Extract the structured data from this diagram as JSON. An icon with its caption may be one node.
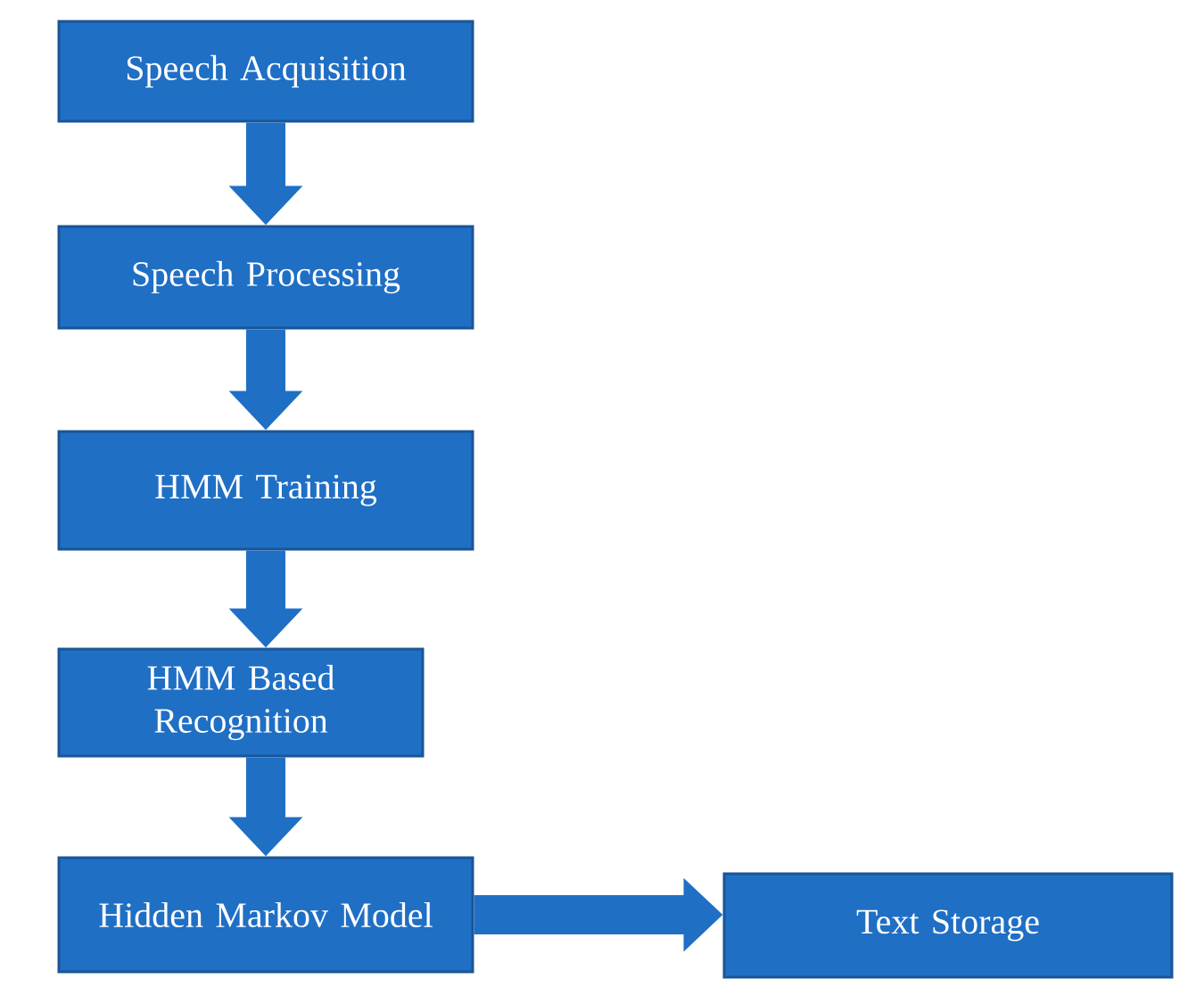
{
  "diagram": {
    "nodes": [
      {
        "text": [
          "Speech Acquisition"
        ]
      },
      {
        "text": [
          "Speech Processing"
        ]
      },
      {
        "text": [
          "HMM Training"
        ]
      },
      {
        "text": [
          "HMM Based Recognition"
        ]
      },
      {
        "text": [
          "Hidden Markov Model"
        ]
      },
      {
        "text": [
          "Text Storage"
        ]
      }
    ],
    "edges": [
      {
        "from": 0,
        "to": 1,
        "arrow": "to"
      },
      {
        "from": 1,
        "to": 2,
        "arrow": "to"
      },
      {
        "from": 2,
        "to": 3,
        "arrow": "to"
      },
      {
        "from": 3,
        "to": 4,
        "arrow": "to"
      },
      {
        "from": 4,
        "to": 5,
        "arrow": "to"
      }
    ]
  }
}
